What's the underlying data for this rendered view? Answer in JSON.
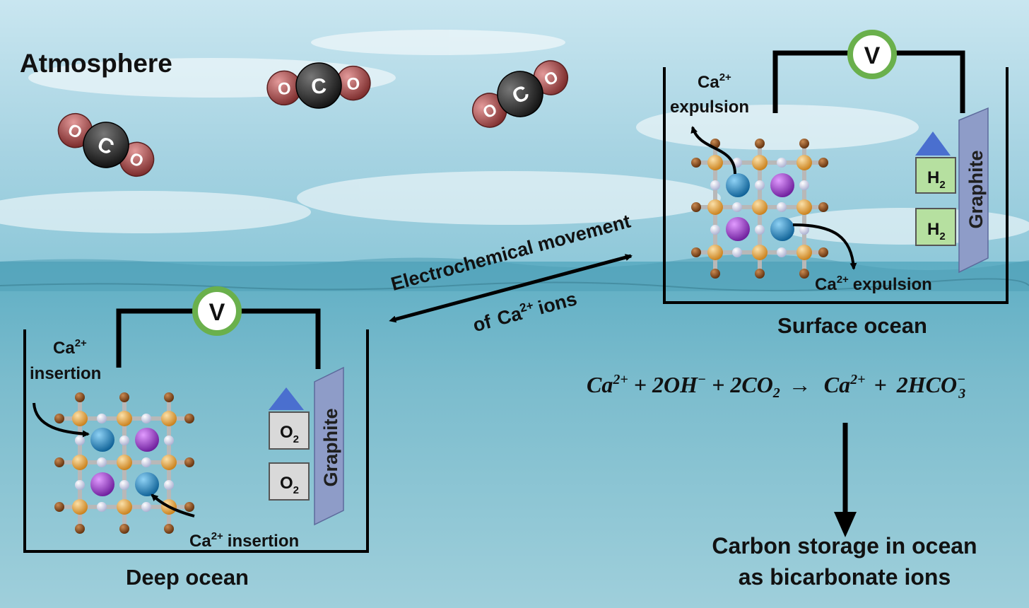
{
  "labels": {
    "atmosphere": "Atmosphere",
    "deep_ocean": "Deep ocean",
    "surface_ocean": "Surface ocean",
    "graphite": "Graphite",
    "voltmeter": "V",
    "carbon_storage_line1": "Carbon storage in ocean",
    "carbon_storage_line2": "as bicarbonate ions"
  },
  "molecules": {
    "co2_center_atom": "C",
    "co2_outer_atom": "O"
  },
  "ions": {
    "ca_symbol": "Ca",
    "ca_charge": "2+"
  },
  "deep_cell": {
    "insertion_label_top_word": "insertion",
    "insertion_label_bottom_word": "insertion",
    "gas_symbol": "O",
    "gas_subscript": "2"
  },
  "surface_cell": {
    "expulsion_label_top_word": "expulsion",
    "expulsion_label_bottom_word": "expulsion",
    "gas_symbol": "H",
    "gas_subscript": "2"
  },
  "transport": {
    "line1": "Electrochemical movement",
    "line2_prefix": "of",
    "line2_suffix": "ions"
  },
  "equation": {
    "ca": "Ca",
    "ca_charge": "2+",
    "plus": "+",
    "oh_coef": "2",
    "oh": "OH",
    "oh_charge": "−",
    "co2_coef": "2",
    "co2": "CO",
    "co2_sub": "2",
    "arrow": "→",
    "hco3_coef": "2",
    "hco3": "HCO",
    "hco3_sub": "3",
    "hco3_charge": "−"
  },
  "colors": {
    "sky_top": "#bfe0ec",
    "sky_bottom": "#86c3d6",
    "ocean_top": "#6ab0c4",
    "ocean_bottom": "#8fc4d2",
    "carbon_atom": "#2b2b2b",
    "oxygen_atom": "#b85a5a",
    "voltmeter_ring": "#6ab04c",
    "graphite_electrode": "#8e9cc8",
    "gas_box_o2": "#d9d9d9",
    "gas_box_h2": "#b6e0a0",
    "gas_arrow": "#4a6fcf",
    "ca_ion": "#1f87c8",
    "framework_ion": "#9b30d0",
    "metal_node": "#e8a33a",
    "linker_c": "#8b4513",
    "linker_n": "#d8dcf0"
  }
}
